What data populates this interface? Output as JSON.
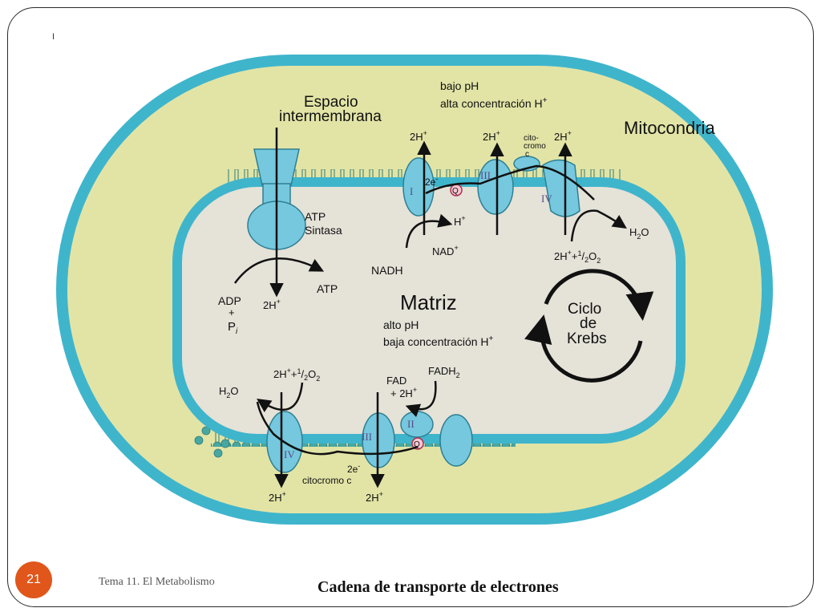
{
  "slide": {
    "mark": "I",
    "number": "21",
    "footer_left": "Tema 11. El Metabolismo",
    "title": "Cadena de transporte de electrones"
  },
  "colors": {
    "outer_membrane": "#3fb5cc",
    "intermembrane_space": "#e2e4a6",
    "matrix": "#e5e2d8",
    "protein": "#75c8de",
    "slide_number_bg": "#e0561b"
  },
  "diagram": {
    "espacio_line1": "Espacio",
    "espacio_line2": "intermembrana",
    "bajo_ph": "bajo pH",
    "alta_conc": "alta concentración H",
    "alta_conc_sup": "+",
    "mitocondria": "Mitocondria",
    "matriz": "Matriz",
    "alto_ph": "alto pH",
    "baja_conc": "baja concentración H",
    "baja_conc_sup": "+",
    "atp_sintasa_1": "ATP",
    "atp_sintasa_2": "Sintasa",
    "adp": "ADP",
    "plus": "+",
    "pi_base": "P",
    "pi_sub": "i",
    "atp": "ATP",
    "two_h": "2H",
    "h_sup": "+",
    "h": "H",
    "nadh": "NADH",
    "nad": "NAD",
    "two_e": "2e",
    "e_sup": "-",
    "q": "Q",
    "cito_1": "cito-",
    "cito_2": "cromo",
    "cito_3": "c",
    "h2o_h": "H",
    "h2o_sub": "2",
    "h2o_o": "O",
    "half_num": "1",
    "half_den": "/",
    "half_2": "2",
    "o2_o": "O",
    "o2_sub": "2",
    "ciclo_1": "Ciclo",
    "ciclo_2": "de",
    "ciclo_3": "Krebs",
    "fad": "FAD",
    "fadh2_base": "FADH",
    "fadh2_sub": "2",
    "plus_2h": "+ 2H",
    "citocromo_c": "citocromo c",
    "complex_I": "I",
    "complex_II": "II",
    "complex_III": "III",
    "complex_IV": "IV"
  }
}
